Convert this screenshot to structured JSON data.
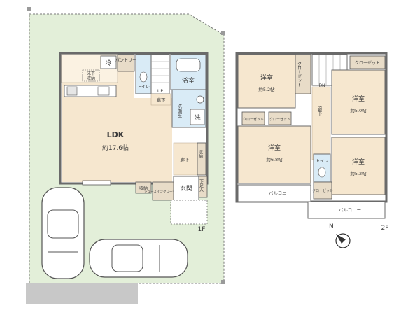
{
  "floor1": {
    "label": "1F",
    "ldk_name": "LDK",
    "ldk_size": "約17.6帖",
    "fridge": "冷",
    "pantry": "パントリー",
    "underfloor_line1": "床下",
    "underfloor_line2": "収納",
    "toilet": "トイレ",
    "bath": "浴室",
    "up": "UP",
    "hall_top": "廊下",
    "washroom": "洗面室",
    "washer": "洗",
    "hall_mid": "廊下",
    "storage_mid": "収納",
    "storage_ldk": "収納",
    "walkin_closet": "シューズインクローゼット",
    "entrance": "玄関",
    "shoe_storage": "下足入"
  },
  "floor2": {
    "label": "2F",
    "room_a_name": "洋室",
    "room_a_size": "約5.2帖",
    "closet_a": "クローゼット",
    "dn": "DN",
    "closet_top": "クローゼット",
    "room_b_name": "洋室",
    "room_b_size": "約5.0帖",
    "hall": "廊下",
    "closet_c1": "クローゼット",
    "closet_c2": "クローゼット",
    "room_c_name": "洋室",
    "room_c_size": "約6.8帖",
    "toilet": "トイレ",
    "room_d_name": "洋室",
    "room_d_size": "約5.2帖",
    "closet_d": "クローゼット",
    "balcony_1": "バルコニー",
    "balcony_2": "バルコニー"
  },
  "compass_label": "N",
  "colors": {
    "lot": "#e3efd9",
    "room": "#ffffff",
    "wet": "#d9ebf6",
    "floor_wood": "#f6e7cf",
    "closet": "#e8dcc8",
    "wall": "#6a6a6a",
    "road": "#c8c8c8"
  }
}
